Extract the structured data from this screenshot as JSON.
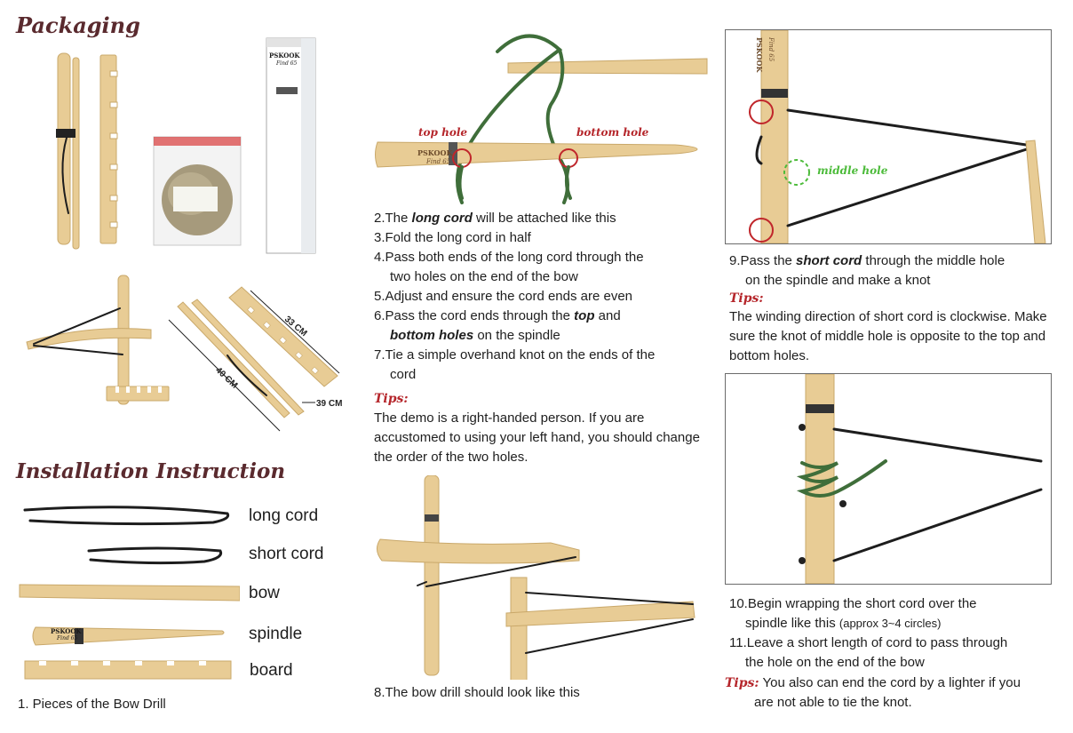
{
  "packaging": {
    "title": "Packaging",
    "box_brand": "PSKOOK",
    "box_sub": "Find 65",
    "dim_33": "33 CM",
    "dim_40": "40 CM",
    "dim_39": "39 CM"
  },
  "installation": {
    "title": "Installation Instruction",
    "pieces": [
      "long cord",
      "short cord",
      "bow",
      "spindle",
      "board"
    ],
    "caption": "1. Pieces of the Bow Drill",
    "spindle_brand": "PSKOOK",
    "spindle_sub": "Find 65"
  },
  "middle": {
    "top_hole": "top hole",
    "bottom_hole": "bottom hole",
    "brand": "PSKOOK",
    "brand_sub": "Find 65",
    "step2_pre": "2.The ",
    "step2_em": "long cord",
    "step2_post": " will be attached like this",
    "step3": "3.Fold the long cord in half",
    "step4a": "4.Pass both ends of the long cord through the",
    "step4b": "two holes on the end of the bow",
    "step5": "5.Adjust and ensure the cord ends are even",
    "step6a_pre": "6.Pass the cord ends through the ",
    "step6a_em": "top",
    "step6a_post": " and",
    "step6b_em": "bottom holes",
    "step6b_post": " on the spindle",
    "step7a": "7.Tie a simple overhand knot on the ends of the",
    "step7b": "cord",
    "tips_label": "Tips:",
    "tips_text": "The demo is a right-handed person. If you are accustomed to using your left hand, you should change the order of the two holes.",
    "step8": "8.The bow drill should look like this"
  },
  "right": {
    "middle_hole": "middle hole",
    "step9a_pre": "9.Pass the ",
    "step9a_em": "short cord",
    "step9a_post": " through the middle hole",
    "step9b": "on the spindle and make a knot",
    "tips_label": "Tips:",
    "tips_text": "The winding direction of short cord is clockwise. Make sure the knot of middle hole is opposite to the top and bottom holes.",
    "step10a": "10.Begin wrapping the short cord over the",
    "step10b_main": "spindle like this ",
    "step10b_small": "(approx 3~4 circles)",
    "step11a": "11.Leave a short length of cord to pass through",
    "step11b": "the hole on the end of the bow",
    "tips2_label": "Tips:",
    "tips2_text_a": " You also can end the cord by a lighter if you",
    "tips2_text_b": "are not able to tie the knot.",
    "spindle_brand": "PSKOOK",
    "spindle_sub": "Find 65"
  }
}
